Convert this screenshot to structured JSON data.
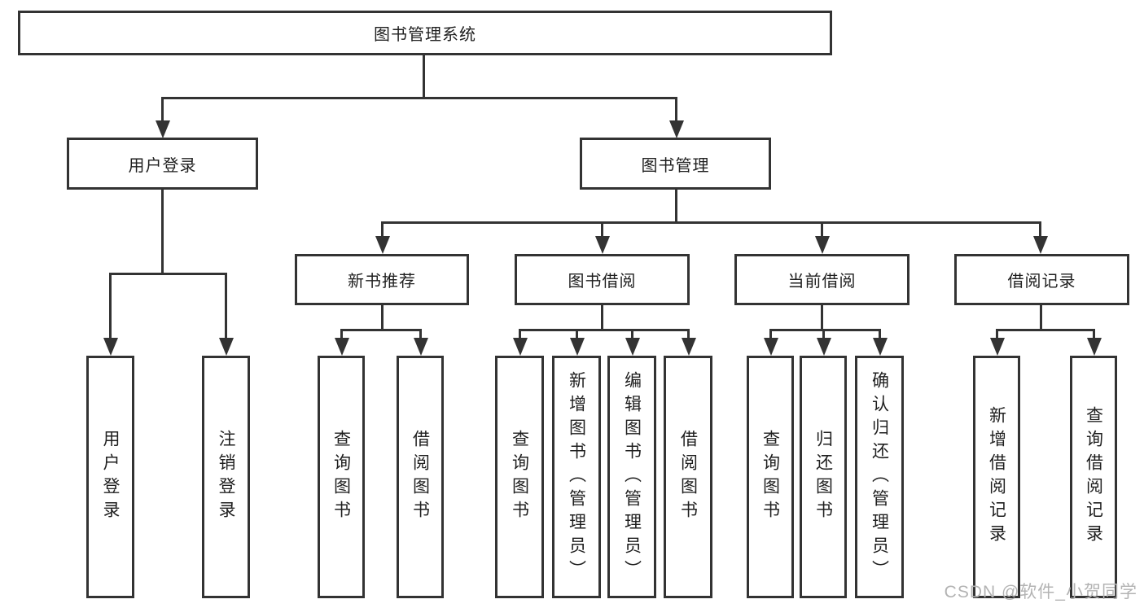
{
  "nodes": {
    "root": "图书管理系统",
    "l2": [
      "用户登录",
      "图书管理"
    ],
    "l3": [
      "新书推荐",
      "图书借阅",
      "当前借阅",
      "借阅记录"
    ],
    "g1": [
      "用户登录",
      "注销登录"
    ],
    "g2": [
      "查询图书",
      "借阅图书"
    ],
    "g3": [
      "查询图书",
      "新增图书（管理员）",
      "编辑图书（管理员）",
      "借阅图书"
    ],
    "g4": [
      "查询图书",
      "归还图书",
      "确认归还（管理员）"
    ],
    "g5": [
      "新增借阅记录",
      "查询借阅记录"
    ]
  },
  "watermark": "CSDN @软件_小贺同学",
  "colors": {
    "line": "#333333",
    "text": "#1f1f1f",
    "watermark": "#b3b3b3",
    "background": "#ffffff"
  }
}
